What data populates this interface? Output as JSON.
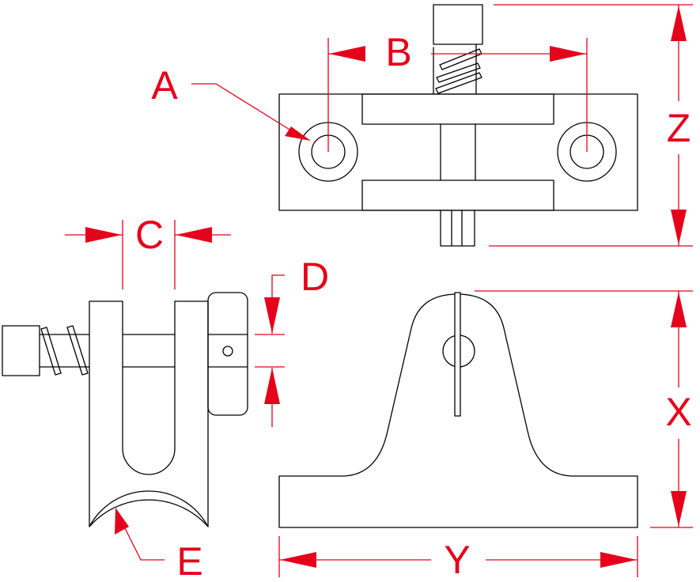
{
  "labels": {
    "a": "A",
    "b": "B",
    "c": "C",
    "d": "D",
    "e": "E",
    "x": "X",
    "y": "Y",
    "z": "Z"
  },
  "colors": {
    "dimension": "#e5001b",
    "part_outline": "#000000",
    "background": "#ffffff"
  }
}
